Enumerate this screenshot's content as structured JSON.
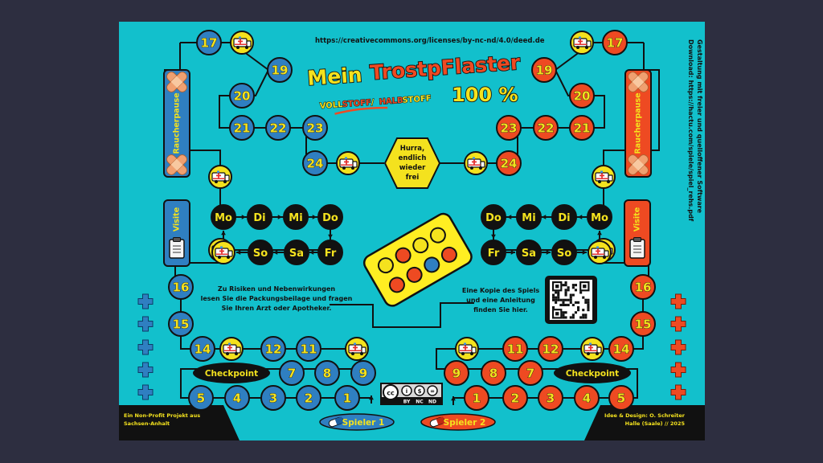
{
  "board": {
    "license_url": "https://creativecommons.org/licenses/by-nc-nd/4.0/deed.de",
    "title_part1": "Mein",
    "title_part2": "TrostpFlaster",
    "percent": "100 %",
    "subtitle": {
      "full": "VOLL",
      "stoff": "STOFF",
      "slash": "/",
      "half": "HALB",
      "stoff2": "STOFF"
    },
    "goal_lines": [
      "Hurra,",
      "endlich",
      "wieder",
      "frei"
    ],
    "download_line1": "Download: https://hactu.com/spiele/spiel_rehs.pdf",
    "download_line2": "Gestaltung mit freier und quelloffener Software",
    "risk_note": [
      "Zu Risiken und Nebenwirkungen",
      "lesen Sie die Packungsbeilage und fragen",
      "Sie Ihren Arzt oder Apotheker."
    ],
    "copy_note": [
      "Eine Kopie des Spiels",
      "und eine Anleitung",
      "finden Sie hier."
    ],
    "nonprofit_lines": [
      "Ein Non-Profit Projekt aus",
      "Sachsen-Anhalt"
    ],
    "credit_lines": [
      "Idee & Design: O. Schreiter",
      "Halle (Saale) // 2025"
    ],
    "cc_labels": [
      "BY",
      "NC",
      "ND"
    ],
    "cc_letters": [
      "cc",
      "i",
      "$",
      "="
    ],
    "colors": {
      "board": "#12c0cc",
      "blue": "#2f7fc1",
      "red": "#ee4a22",
      "yellow": "#f4e21e",
      "black": "#111111",
      "pill_frame": "#ffee22"
    }
  },
  "blue_player": {
    "label": "Spieler 1",
    "smoke_break": "Raucherpause",
    "visit": "Visite",
    "checkpoint": "Checkpoint",
    "days_top": [
      "Mo",
      "Di",
      "Mi",
      "Do"
    ],
    "days_bottom": [
      "So",
      "Sa",
      "Fr"
    ],
    "path_numbers": [
      "1",
      "2",
      "3",
      "4",
      "5",
      "7",
      "8",
      "9",
      "11",
      "12",
      "14",
      "15",
      "16",
      "17",
      "19",
      "20",
      "21",
      "22",
      "23",
      "24"
    ]
  },
  "red_player": {
    "label": "Spieler 2",
    "smoke_break": "Raucherpause",
    "visit": "Visite",
    "checkpoint": "Checkpoint",
    "days_top": [
      "Do",
      "Mi",
      "Di",
      "Mo"
    ],
    "days_bottom": [
      "Fr",
      "Sa",
      "So"
    ],
    "path_numbers": [
      "1",
      "2",
      "3",
      "4",
      "5",
      "9",
      "8",
      "7",
      "11",
      "12",
      "14",
      "15",
      "16",
      "17",
      "19",
      "20",
      "21",
      "22",
      "23",
      "24"
    ]
  },
  "icons": {
    "ambulance": "ambulance-icon",
    "bandage": "bandage-icon",
    "clipboard": "clipboard-icon",
    "plus": "plus-icon",
    "qr": "qr-code-icon",
    "pill": "pill-icon"
  }
}
